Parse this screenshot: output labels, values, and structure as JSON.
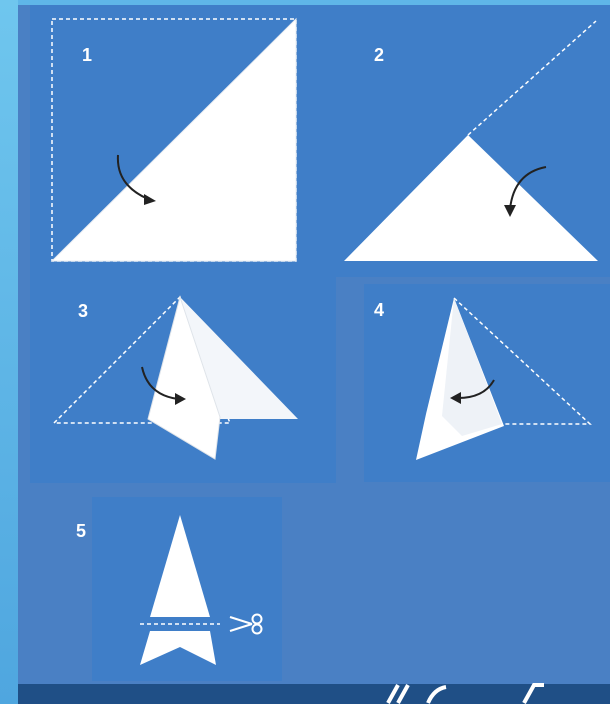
{
  "steps": [
    {
      "number": "1"
    },
    {
      "number": "2"
    },
    {
      "number": "3"
    },
    {
      "number": "4"
    },
    {
      "number": "5"
    }
  ],
  "colors": {
    "background": "#4a80c4",
    "panel": "#3f7ec8",
    "paper": "#ffffff",
    "guide_line": "#ffffff"
  },
  "icons": [
    "curved-arrow-icon",
    "scissors-icon"
  ]
}
